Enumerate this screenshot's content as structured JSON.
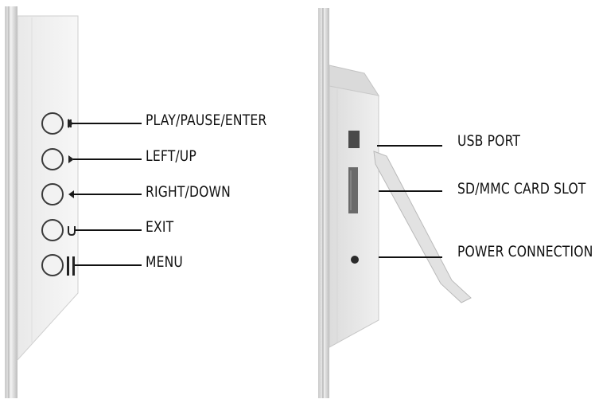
{
  "left_panel": {
    "labels": {
      "play": "PLAY/PAUSE/ENTER",
      "left": "LEFT/UP",
      "right": "RIGHT/DOWN",
      "exit": "EXIT",
      "menu": "MENU"
    }
  },
  "right_panel": {
    "labels": {
      "usb": "USB PORT",
      "sd": "SD/MMC CARD SLOT",
      "power": "POWER CONNECTION"
    }
  }
}
